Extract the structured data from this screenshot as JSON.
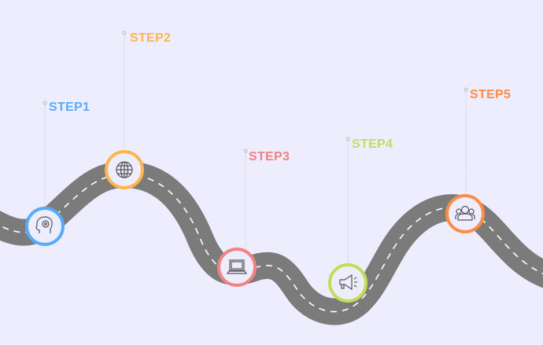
{
  "steps": [
    {
      "label": "STEP1",
      "color": "#5aabf7",
      "icon": "head-gears-icon"
    },
    {
      "label": "STEP2",
      "color": "#fbb54c",
      "icon": "globe-icon"
    },
    {
      "label": "STEP3",
      "color": "#f28383",
      "icon": "laptop-icon"
    },
    {
      "label": "STEP4",
      "color": "#c4dd58",
      "icon": "megaphone-icon"
    },
    {
      "label": "STEP5",
      "color": "#fb8d47",
      "icon": "team-icon"
    }
  ],
  "colors": {
    "background": "#eeedfd",
    "road": "#7b7b7b",
    "lane": "#ffffff"
  }
}
